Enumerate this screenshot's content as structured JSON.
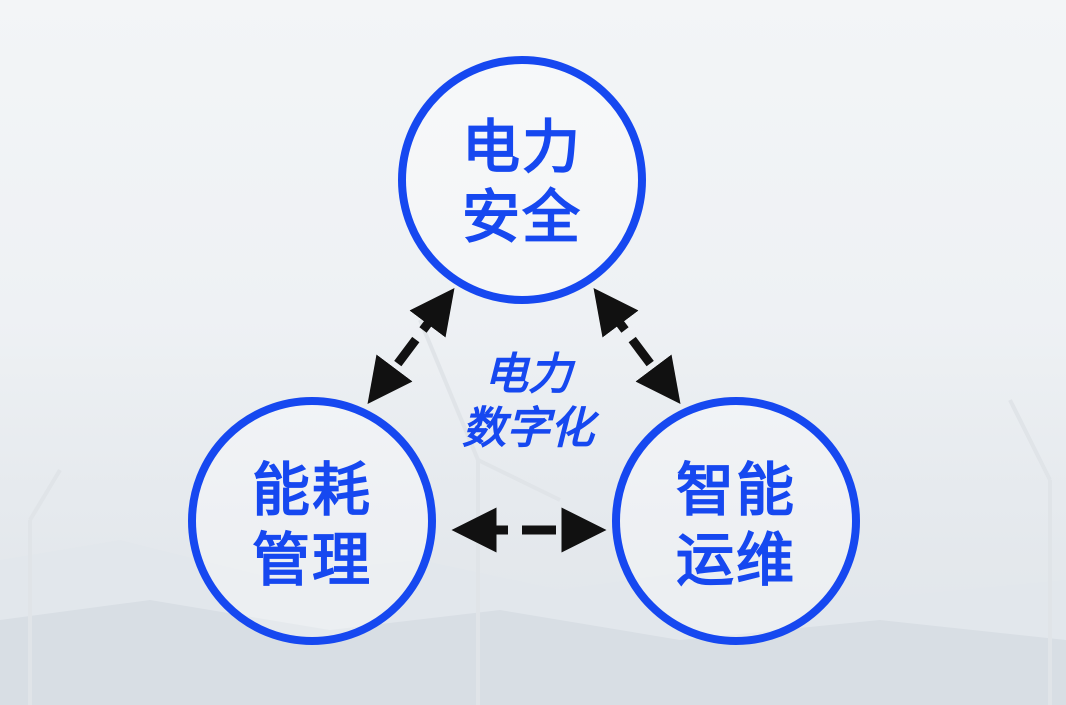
{
  "diagram": {
    "top_node": {
      "line1": "电力",
      "line2": "安全"
    },
    "left_node": {
      "line1": "能耗",
      "line2": "管理"
    },
    "right_node": {
      "line1": "智能",
      "line2": "运维"
    },
    "center": {
      "line1": "电力",
      "line2": "数字化"
    },
    "colors": {
      "accent": "#1648f0",
      "arrow": "#111111"
    }
  }
}
